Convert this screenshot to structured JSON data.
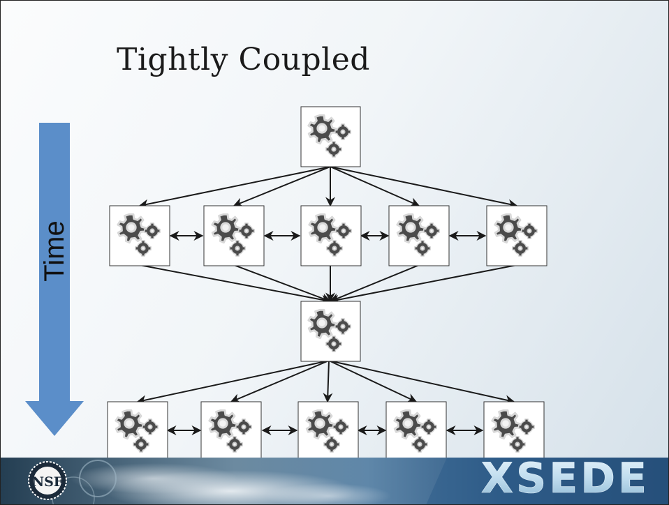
{
  "slide": {
    "title": "Tightly Coupled",
    "time_label": "Time"
  },
  "footer": {
    "nsf_logo_text": "NSF",
    "xsede_logo_text": "XSEDE"
  },
  "diagram": {
    "node_icon": "gears-icon",
    "rows": [
      {
        "name": "root",
        "nodes": 1
      },
      {
        "name": "parallel-row-1",
        "nodes": 5
      },
      {
        "name": "sync",
        "nodes": 1
      },
      {
        "name": "parallel-row-2",
        "nodes": 5
      }
    ],
    "colors": {
      "arrow": "#1a1a1a",
      "time_arrow": "#5b8ec9",
      "gear_dark": "#4a4a4a",
      "gear_light": "#bdbdbd"
    }
  }
}
